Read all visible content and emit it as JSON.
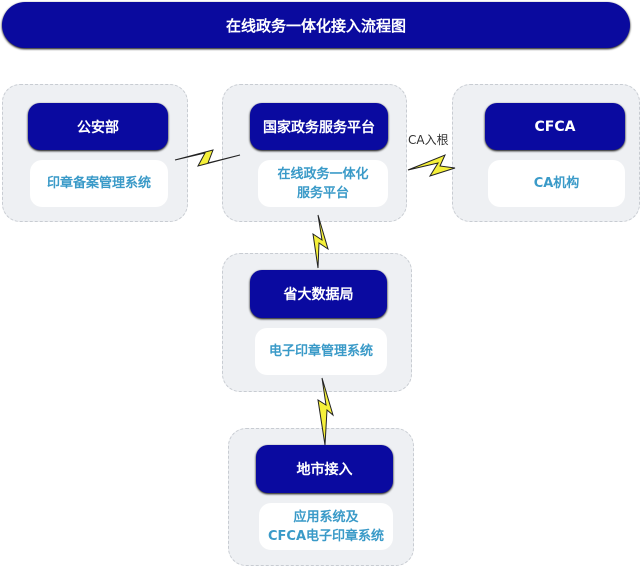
{
  "title": "在线政务一体化接入流程图",
  "nodes": {
    "police": {
      "header": "公安部",
      "system": "印章备案管理系统"
    },
    "national": {
      "header": "国家政务服务平台",
      "system_line1": "在线政务一体化",
      "system_line2": "服务平台"
    },
    "cfca": {
      "header": "CFCA",
      "system": "CA机构"
    },
    "province": {
      "header": "省大数据局",
      "system": "电子印章管理系统"
    },
    "city": {
      "header": "地市接入",
      "system_line1": "应用系统及",
      "system_line2": "CFCA电子印章系统"
    }
  },
  "links": {
    "ca_label": "CA入根"
  },
  "colors": {
    "header_bg": "#0a0aa0",
    "system_text": "#3a9ac8",
    "bolt": "#f5f03a"
  }
}
